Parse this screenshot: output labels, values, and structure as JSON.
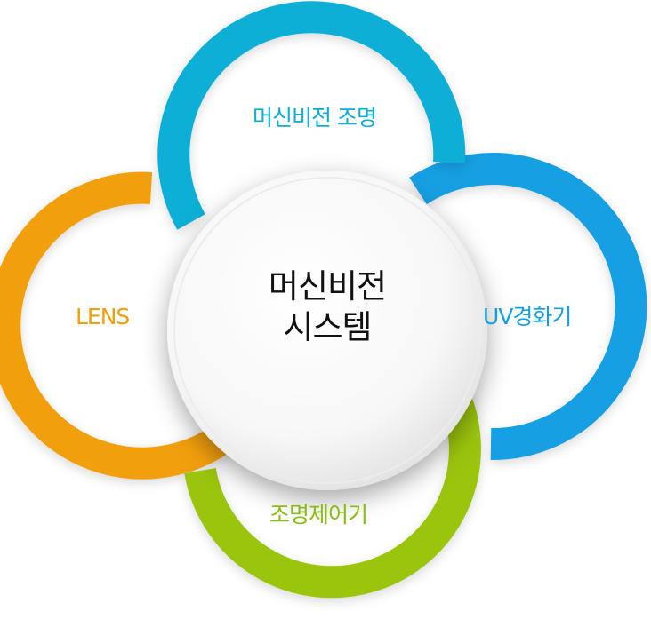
{
  "center": {
    "line1": "머신비전",
    "line2": "시스템"
  },
  "nodes": {
    "top": "머신비전 조명",
    "right": "UV경화기",
    "bottom": "조명제어기",
    "left": "LENS"
  },
  "colors": {
    "top": "#0aafd6",
    "right": "#149fe3",
    "bottom": "#8cbc13",
    "left": "#f29f0a"
  }
}
